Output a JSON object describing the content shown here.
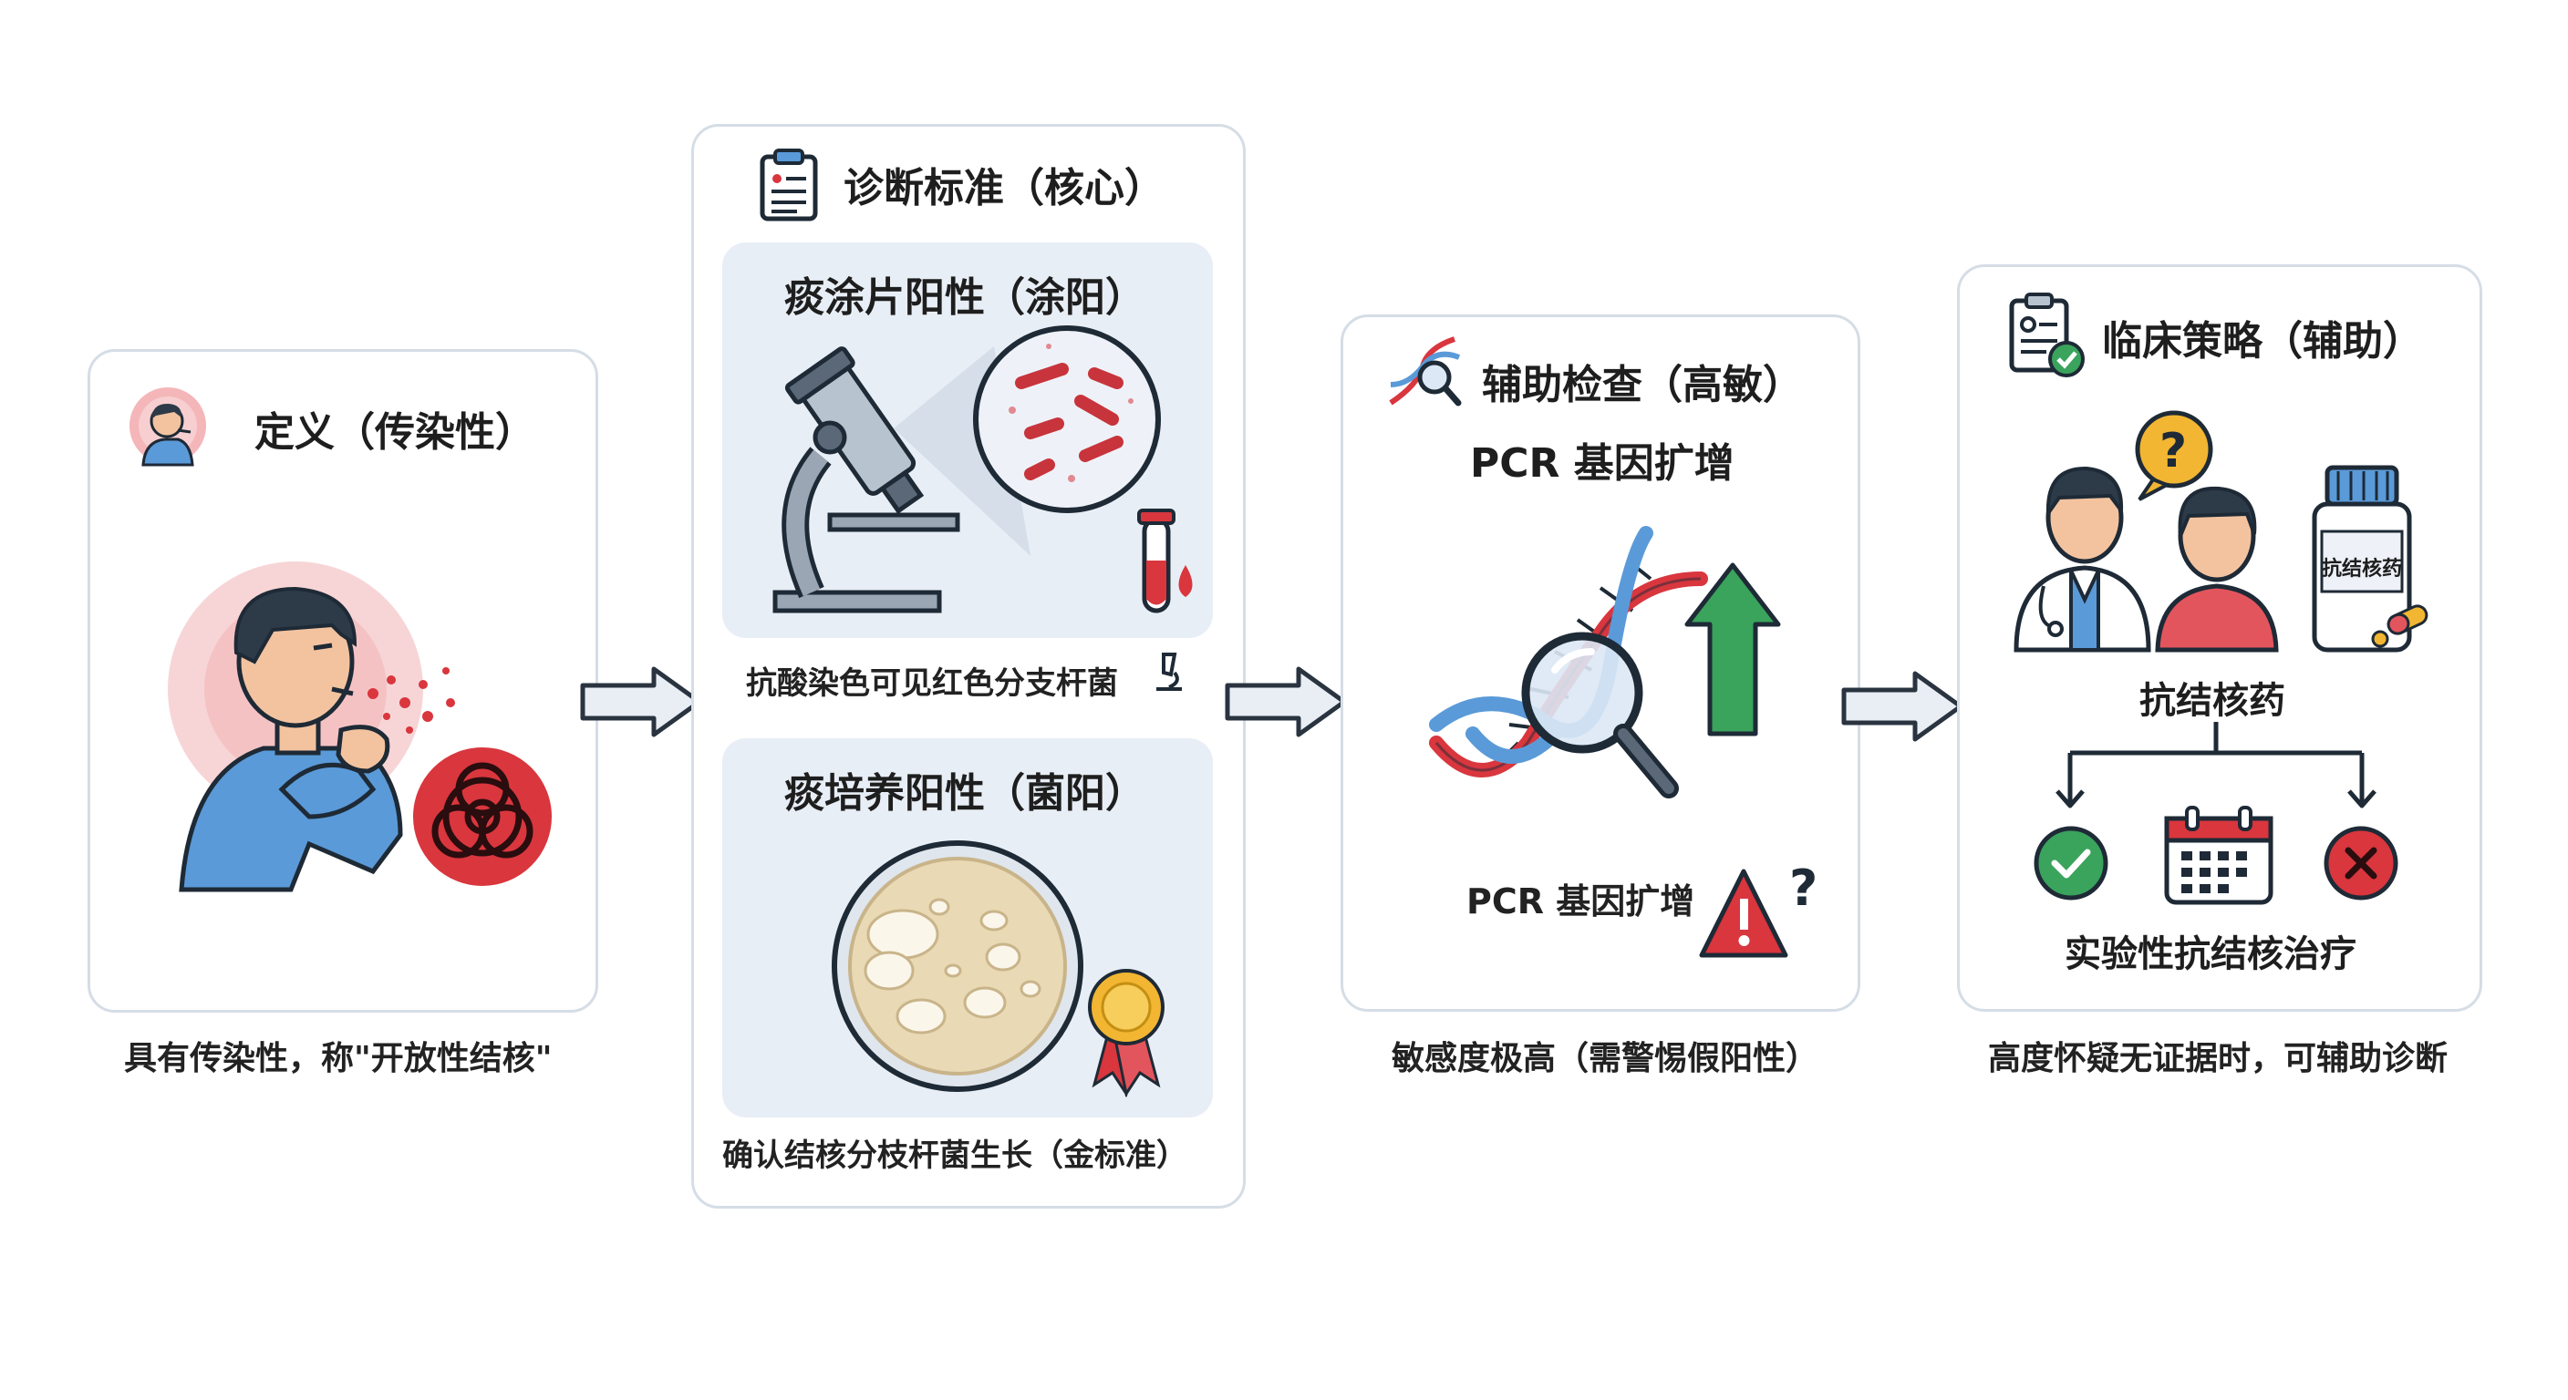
{
  "definition": {
    "title": "定义（传染性）",
    "caption": "具有传染性，称\"开放性结核\""
  },
  "diagnosis": {
    "title": "诊断标准（核心）",
    "smear": {
      "title": "痰涂片阳性（涂阳）",
      "caption": "抗酸染色可见红色分支杆菌"
    },
    "culture": {
      "title": "痰培养阳性（菌阳）",
      "caption": "确认结核分枝杆菌生长（金标准）"
    }
  },
  "auxiliary": {
    "title": "辅助检查（高敏）",
    "subtitle": "PCR 基因扩增",
    "label": "PCR 基因扩增",
    "caption": "敏感度极高（需警惕假阳性）"
  },
  "clinical": {
    "title": "临床策略（辅助）",
    "bottle_label": "抗结核药",
    "drug_label": "抗结核药",
    "treatment_label": "实验性抗结核治疗",
    "caption": "高度怀疑无证据时，可辅助诊断"
  },
  "colors": {
    "card_border": "#d5dde6",
    "panel_bg": "#e8eef6",
    "alert_red": "#d9363e",
    "check_green": "#3aa35c",
    "arrow_fill": "#e9eef4"
  }
}
